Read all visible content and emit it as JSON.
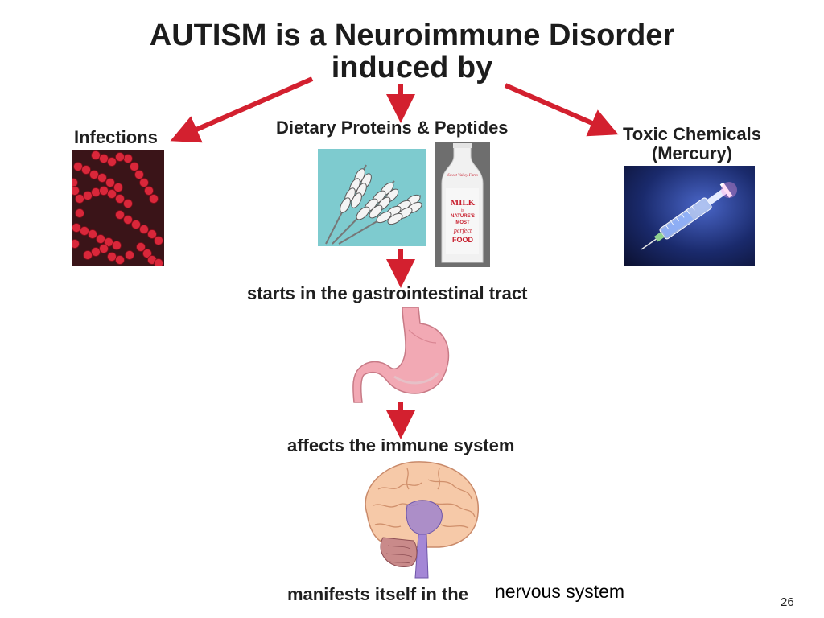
{
  "slide": {
    "title_line1": "AUTISM is a Neuroimmune Disorder",
    "title_line2": "induced by",
    "causes": {
      "infections": "Infections",
      "dietary": "Dietary Proteins & Peptides",
      "toxic_line1": "Toxic Chemicals",
      "toxic_line2": "(Mercury)"
    },
    "milk_label": {
      "brand": "Sweet Valley Farm",
      "line1": "MILK",
      "line2": "is",
      "line3": "NATURE'S",
      "line4": "MOST",
      "line5": "perfect",
      "line6": "FOOD"
    },
    "stages": {
      "gi": "starts in the gastrointestinal tract",
      "immune": "affects the immune system",
      "nervous_prefix": "manifests itself in the",
      "nervous_suffix": "nervous system"
    },
    "slide_number": "26",
    "colors": {
      "arrow": "#d3202f",
      "bacteria": "#d9273a",
      "wheat_bg": "#7ecbcf",
      "stomach": "#f2a9b4",
      "syringe_bg": "#1a2a6c"
    }
  }
}
